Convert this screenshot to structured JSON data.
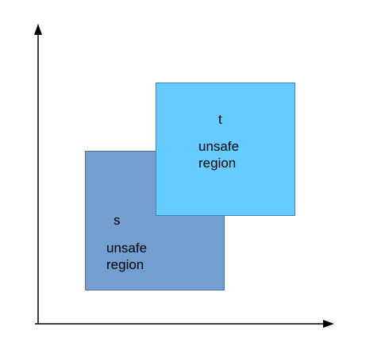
{
  "regions": {
    "s": {
      "name": "s",
      "line1": "unsafe",
      "line2": "region",
      "color": "#729fcf"
    },
    "t": {
      "name": "t",
      "line1": "unsafe",
      "line2": "region",
      "color": "#66ccff"
    }
  },
  "axes": {
    "color": "#000000"
  }
}
